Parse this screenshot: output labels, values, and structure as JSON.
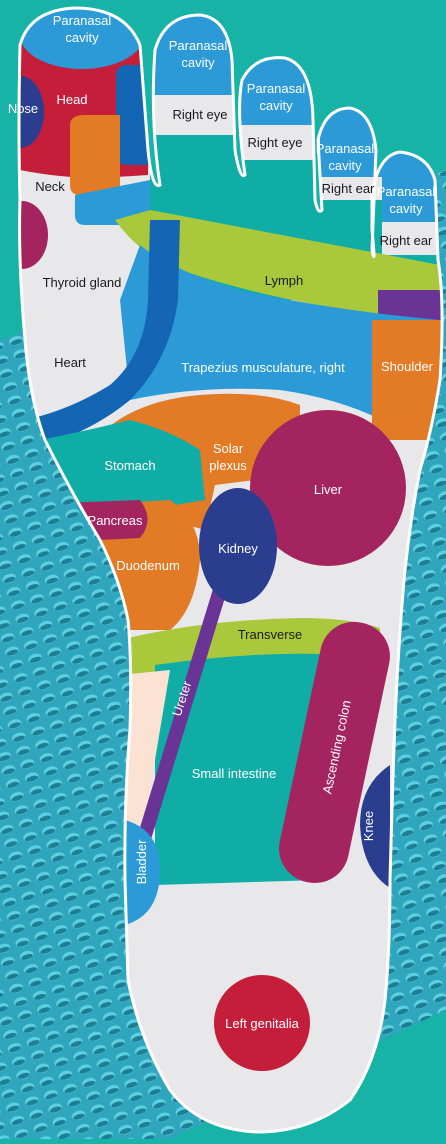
{
  "colors": {
    "background": "#17b3a6",
    "mat": "#3db7c9",
    "foot": "#e8e8eb",
    "outline": "#ffffff",
    "light_blue": "#2b9ad6",
    "dark_blue": "#1565b5",
    "navy": "#2a3d8f",
    "red": "#c41e3a",
    "magenta": "#a3245e",
    "orange": "#e27a26",
    "teal": "#10ada7",
    "lime": "#a9c83b",
    "purple": "#6a3497",
    "peach": "#fbe2d2"
  },
  "labels": {
    "paranasal_big_toe_1": "Paranasal",
    "paranasal_big_toe_2": "cavity",
    "nose": "Nose",
    "head": "Head",
    "neck": "Neck",
    "thyroid": "Thyroid gland",
    "heart": "Heart",
    "paranasal_toe2_1": "Paranasal",
    "paranasal_toe2_2": "cavity",
    "right_eye_1": "Right eye",
    "paranasal_toe3_1": "Paranasal",
    "paranasal_toe3_2": "cavity",
    "right_eye_2": "Right eye",
    "paranasal_toe4_1": "Paranasal",
    "paranasal_toe4_2": "cavity",
    "right_ear_1": "Right ear",
    "paranasal_toe5_1": "Paranasal",
    "paranasal_toe5_2": "cavity",
    "right_ear_2": "Right ear",
    "lymph": "Lymph",
    "trapezius": "Trapezius musculature, right",
    "shoulder": "Shoulder",
    "stomach": "Stomach",
    "solar_1": "Solar",
    "solar_2": "plexus",
    "liver": "Liver",
    "pancreas": "Pancreas",
    "kidney": "Kidney",
    "duodenum": "Duodenum",
    "transverse": "Transverse",
    "ureter": "Ureter",
    "ascending_colon": "Ascending colon",
    "small_intestine": "Small intestine",
    "knee": "Knee",
    "bladder": "Bladder",
    "left_genitalia": "Left genitalia"
  }
}
